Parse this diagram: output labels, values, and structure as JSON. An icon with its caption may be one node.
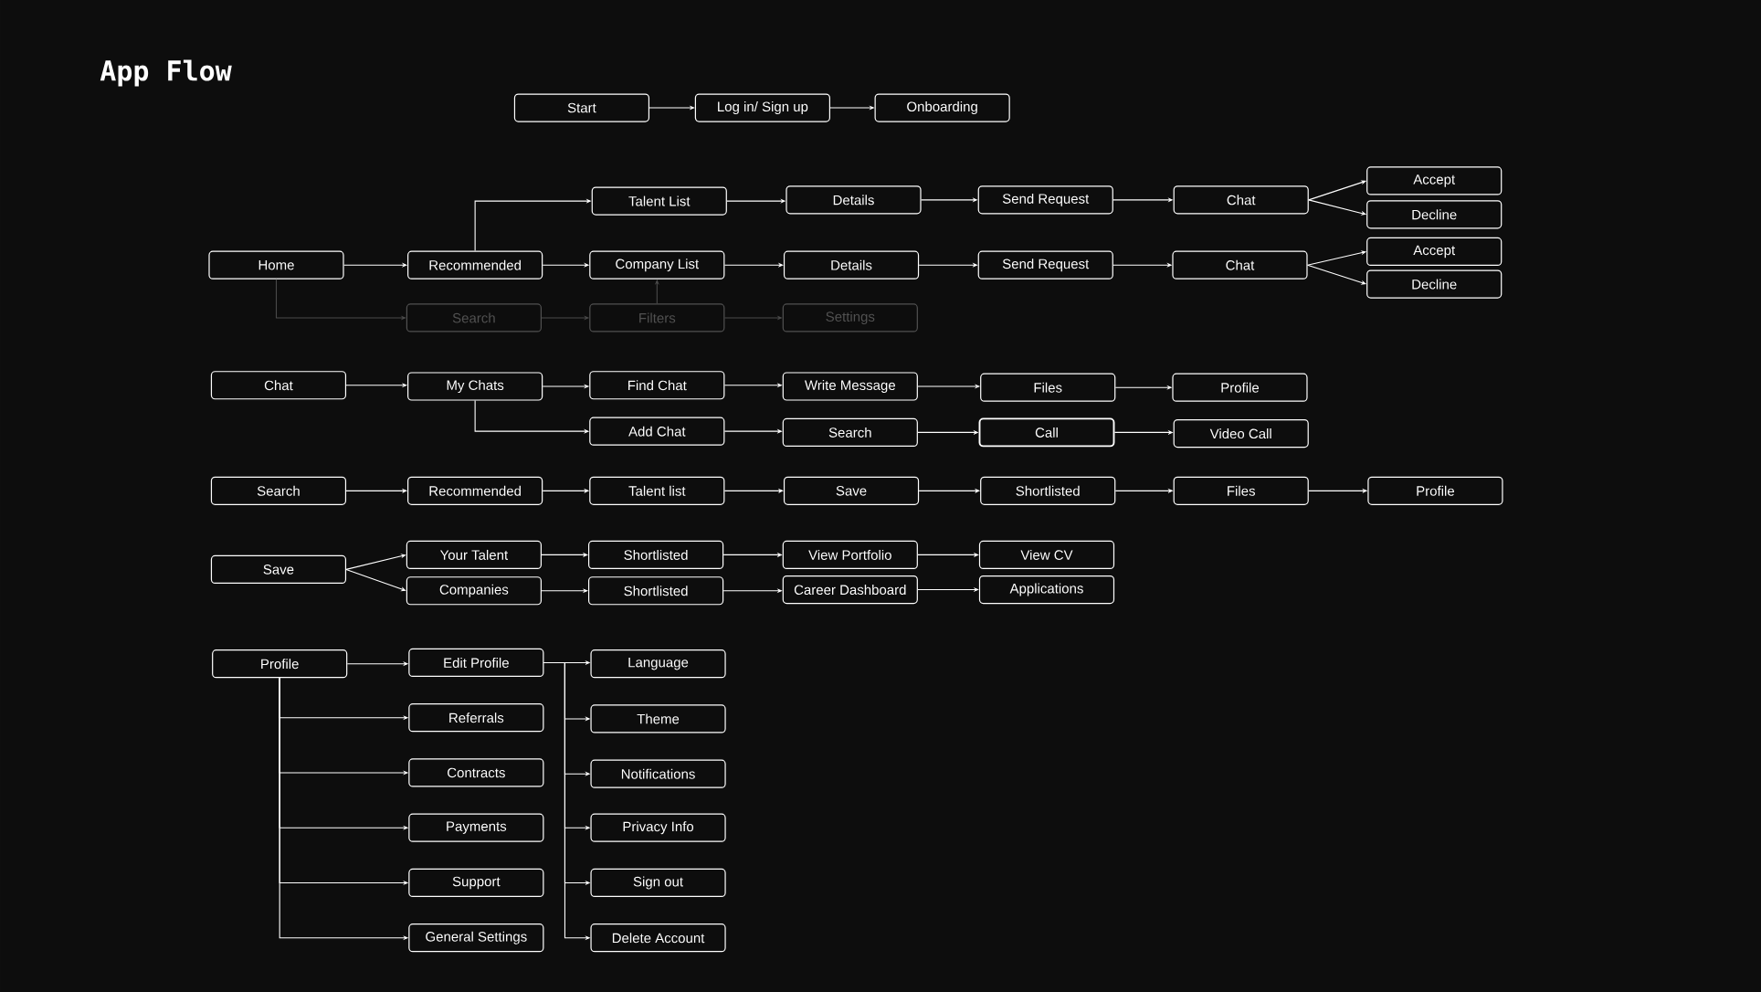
{
  "diagram": {
    "title": "App Flow",
    "nodes": [
      {
        "text": [
          "Start"
        ]
      },
      {
        "text": [
          "Log in/ Sign up"
        ]
      },
      {
        "text": [
          "Onboarding"
        ]
      },
      {
        "text": [
          "Home"
        ]
      },
      {
        "text": [
          "Recommended"
        ]
      },
      {
        "text": [
          "Talent List"
        ]
      },
      {
        "text": [
          "Details"
        ]
      },
      {
        "text": [
          "Send Request"
        ]
      },
      {
        "text": [
          "Chat"
        ]
      },
      {
        "text": [
          "Accept"
        ]
      },
      {
        "text": [
          "Decline"
        ]
      },
      {
        "text": [
          "Company List"
        ]
      },
      {
        "text": [
          "Details"
        ]
      },
      {
        "text": [
          "Send Request"
        ]
      },
      {
        "text": [
          "Chat"
        ]
      },
      {
        "text": [
          "Accept"
        ]
      },
      {
        "text": [
          "Decline"
        ]
      },
      {
        "text": [
          "Search"
        ]
      },
      {
        "text": [
          "Filters"
        ]
      },
      {
        "text": [
          "Settings"
        ]
      },
      {
        "text": [
          "Chat"
        ]
      },
      {
        "text": [
          "My Chats"
        ]
      },
      {
        "text": [
          "Find Chat"
        ]
      },
      {
        "text": [
          "Write Message"
        ]
      },
      {
        "text": [
          "Files"
        ]
      },
      {
        "text": [
          "Profile"
        ]
      },
      {
        "text": [
          "Add Chat"
        ]
      },
      {
        "text": [
          "Search"
        ]
      },
      {
        "text": [
          "Call"
        ]
      },
      {
        "text": [
          "Video Call"
        ]
      },
      {
        "text": [
          "Search"
        ]
      },
      {
        "text": [
          "Recommended"
        ]
      },
      {
        "text": [
          "Talent list"
        ]
      },
      {
        "text": [
          "Save"
        ]
      },
      {
        "text": [
          "Shortlisted"
        ]
      },
      {
        "text": [
          "Files"
        ]
      },
      {
        "text": [
          "Profile"
        ]
      },
      {
        "text": [
          "Save"
        ]
      },
      {
        "text": [
          "Your Talent"
        ]
      },
      {
        "text": [
          "Shortlisted"
        ]
      },
      {
        "text": [
          "View Portfolio"
        ]
      },
      {
        "text": [
          "View CV"
        ]
      },
      {
        "text": [
          "Companies"
        ]
      },
      {
        "text": [
          "Shortlisted"
        ]
      },
      {
        "text": [
          "Career Dashboard"
        ]
      },
      {
        "text": [
          "Applications"
        ]
      },
      {
        "text": [
          "Profile"
        ]
      },
      {
        "text": [
          "Edit Profile"
        ]
      },
      {
        "text": [
          "Referrals"
        ]
      },
      {
        "text": [
          "Contracts"
        ]
      },
      {
        "text": [
          "Payments"
        ]
      },
      {
        "text": [
          "Support"
        ]
      },
      {
        "text": [
          "General Settings"
        ]
      },
      {
        "text": [
          "Language"
        ]
      },
      {
        "text": [
          "Theme"
        ]
      },
      {
        "text": [
          "Notifications"
        ]
      },
      {
        "text": [
          "Privacy Info"
        ]
      },
      {
        "text": [
          "Sign out"
        ]
      },
      {
        "text": [
          "Delete Account"
        ]
      }
    ],
    "edges": [
      {
        "from": 0,
        "to": 1,
        "arrow": "to"
      },
      {
        "from": 1,
        "to": 2,
        "arrow": "to"
      },
      {
        "from": 3,
        "to": 4,
        "arrow": "to"
      },
      {
        "from": 4,
        "to": 5,
        "arrow": "to"
      },
      {
        "from": 4,
        "to": 11,
        "arrow": "to"
      },
      {
        "from": 5,
        "to": 6,
        "arrow": "to"
      },
      {
        "from": 6,
        "to": 7,
        "arrow": "to"
      },
      {
        "from": 7,
        "to": 8,
        "arrow": "to"
      },
      {
        "from": 8,
        "to": 9,
        "arrow": "to"
      },
      {
        "from": 8,
        "to": 10,
        "arrow": "to"
      },
      {
        "from": 11,
        "to": 12,
        "arrow": "to"
      },
      {
        "from": 12,
        "to": 13,
        "arrow": "to"
      },
      {
        "from": 13,
        "to": 14,
        "arrow": "to"
      },
      {
        "from": 14,
        "to": 15,
        "arrow": "to"
      },
      {
        "from": 14,
        "to": 16,
        "arrow": "to"
      },
      {
        "from": 3,
        "to": 17,
        "arrow": "to",
        "color": "#4a4a4a"
      },
      {
        "from": 17,
        "to": 18,
        "arrow": "to",
        "color": "#4a4a4a"
      },
      {
        "from": 18,
        "to": 19,
        "arrow": "to",
        "color": "#4a4a4a"
      },
      {
        "from": 18,
        "to": 11,
        "arrow": "to",
        "color": "#4a4a4a"
      },
      {
        "from": 20,
        "to": 21,
        "arrow": "to"
      },
      {
        "from": 21,
        "to": 22,
        "arrow": "to"
      },
      {
        "from": 21,
        "to": 26,
        "arrow": "to"
      },
      {
        "from": 22,
        "to": 23,
        "arrow": "to"
      },
      {
        "from": 23,
        "to": 24,
        "arrow": "to"
      },
      {
        "from": 24,
        "to": 25,
        "arrow": "to"
      },
      {
        "from": 26,
        "to": 27,
        "arrow": "to"
      },
      {
        "from": 27,
        "to": 28,
        "arrow": "to"
      },
      {
        "from": 28,
        "to": 29,
        "arrow": "to"
      },
      {
        "from": 30,
        "to": 31,
        "arrow": "to"
      },
      {
        "from": 31,
        "to": 32,
        "arrow": "to"
      },
      {
        "from": 32,
        "to": 33,
        "arrow": "to"
      },
      {
        "from": 33,
        "to": 34,
        "arrow": "to"
      },
      {
        "from": 34,
        "to": 35,
        "arrow": "to"
      },
      {
        "from": 35,
        "to": 36,
        "arrow": "to"
      },
      {
        "from": 37,
        "to": 38,
        "arrow": "to"
      },
      {
        "from": 37,
        "to": 42,
        "arrow": "to"
      },
      {
        "from": 38,
        "to": 39,
        "arrow": "to"
      },
      {
        "from": 39,
        "to": 40,
        "arrow": "to"
      },
      {
        "from": 40,
        "to": 41,
        "arrow": "to"
      },
      {
        "from": 42,
        "to": 43,
        "arrow": "to"
      },
      {
        "from": 43,
        "to": 44,
        "arrow": "to"
      },
      {
        "from": 44,
        "to": 45,
        "arrow": "to"
      },
      {
        "from": 46,
        "to": 47,
        "arrow": "to"
      },
      {
        "from": 46,
        "to": 48,
        "arrow": "to"
      },
      {
        "from": 46,
        "to": 49,
        "arrow": "to"
      },
      {
        "from": 46,
        "to": 50,
        "arrow": "to"
      },
      {
        "from": 46,
        "to": 51,
        "arrow": "to"
      },
      {
        "from": 46,
        "to": 52,
        "arrow": "to"
      },
      {
        "from": 47,
        "to": 53,
        "arrow": "to"
      },
      {
        "from": 47,
        "to": 54,
        "arrow": "to"
      },
      {
        "from": 47,
        "to": 55,
        "arrow": "to"
      },
      {
        "from": 47,
        "to": 56,
        "arrow": "to"
      },
      {
        "from": 47,
        "to": 57,
        "arrow": "to"
      },
      {
        "from": 47,
        "to": 58,
        "arrow": "to"
      }
    ]
  }
}
